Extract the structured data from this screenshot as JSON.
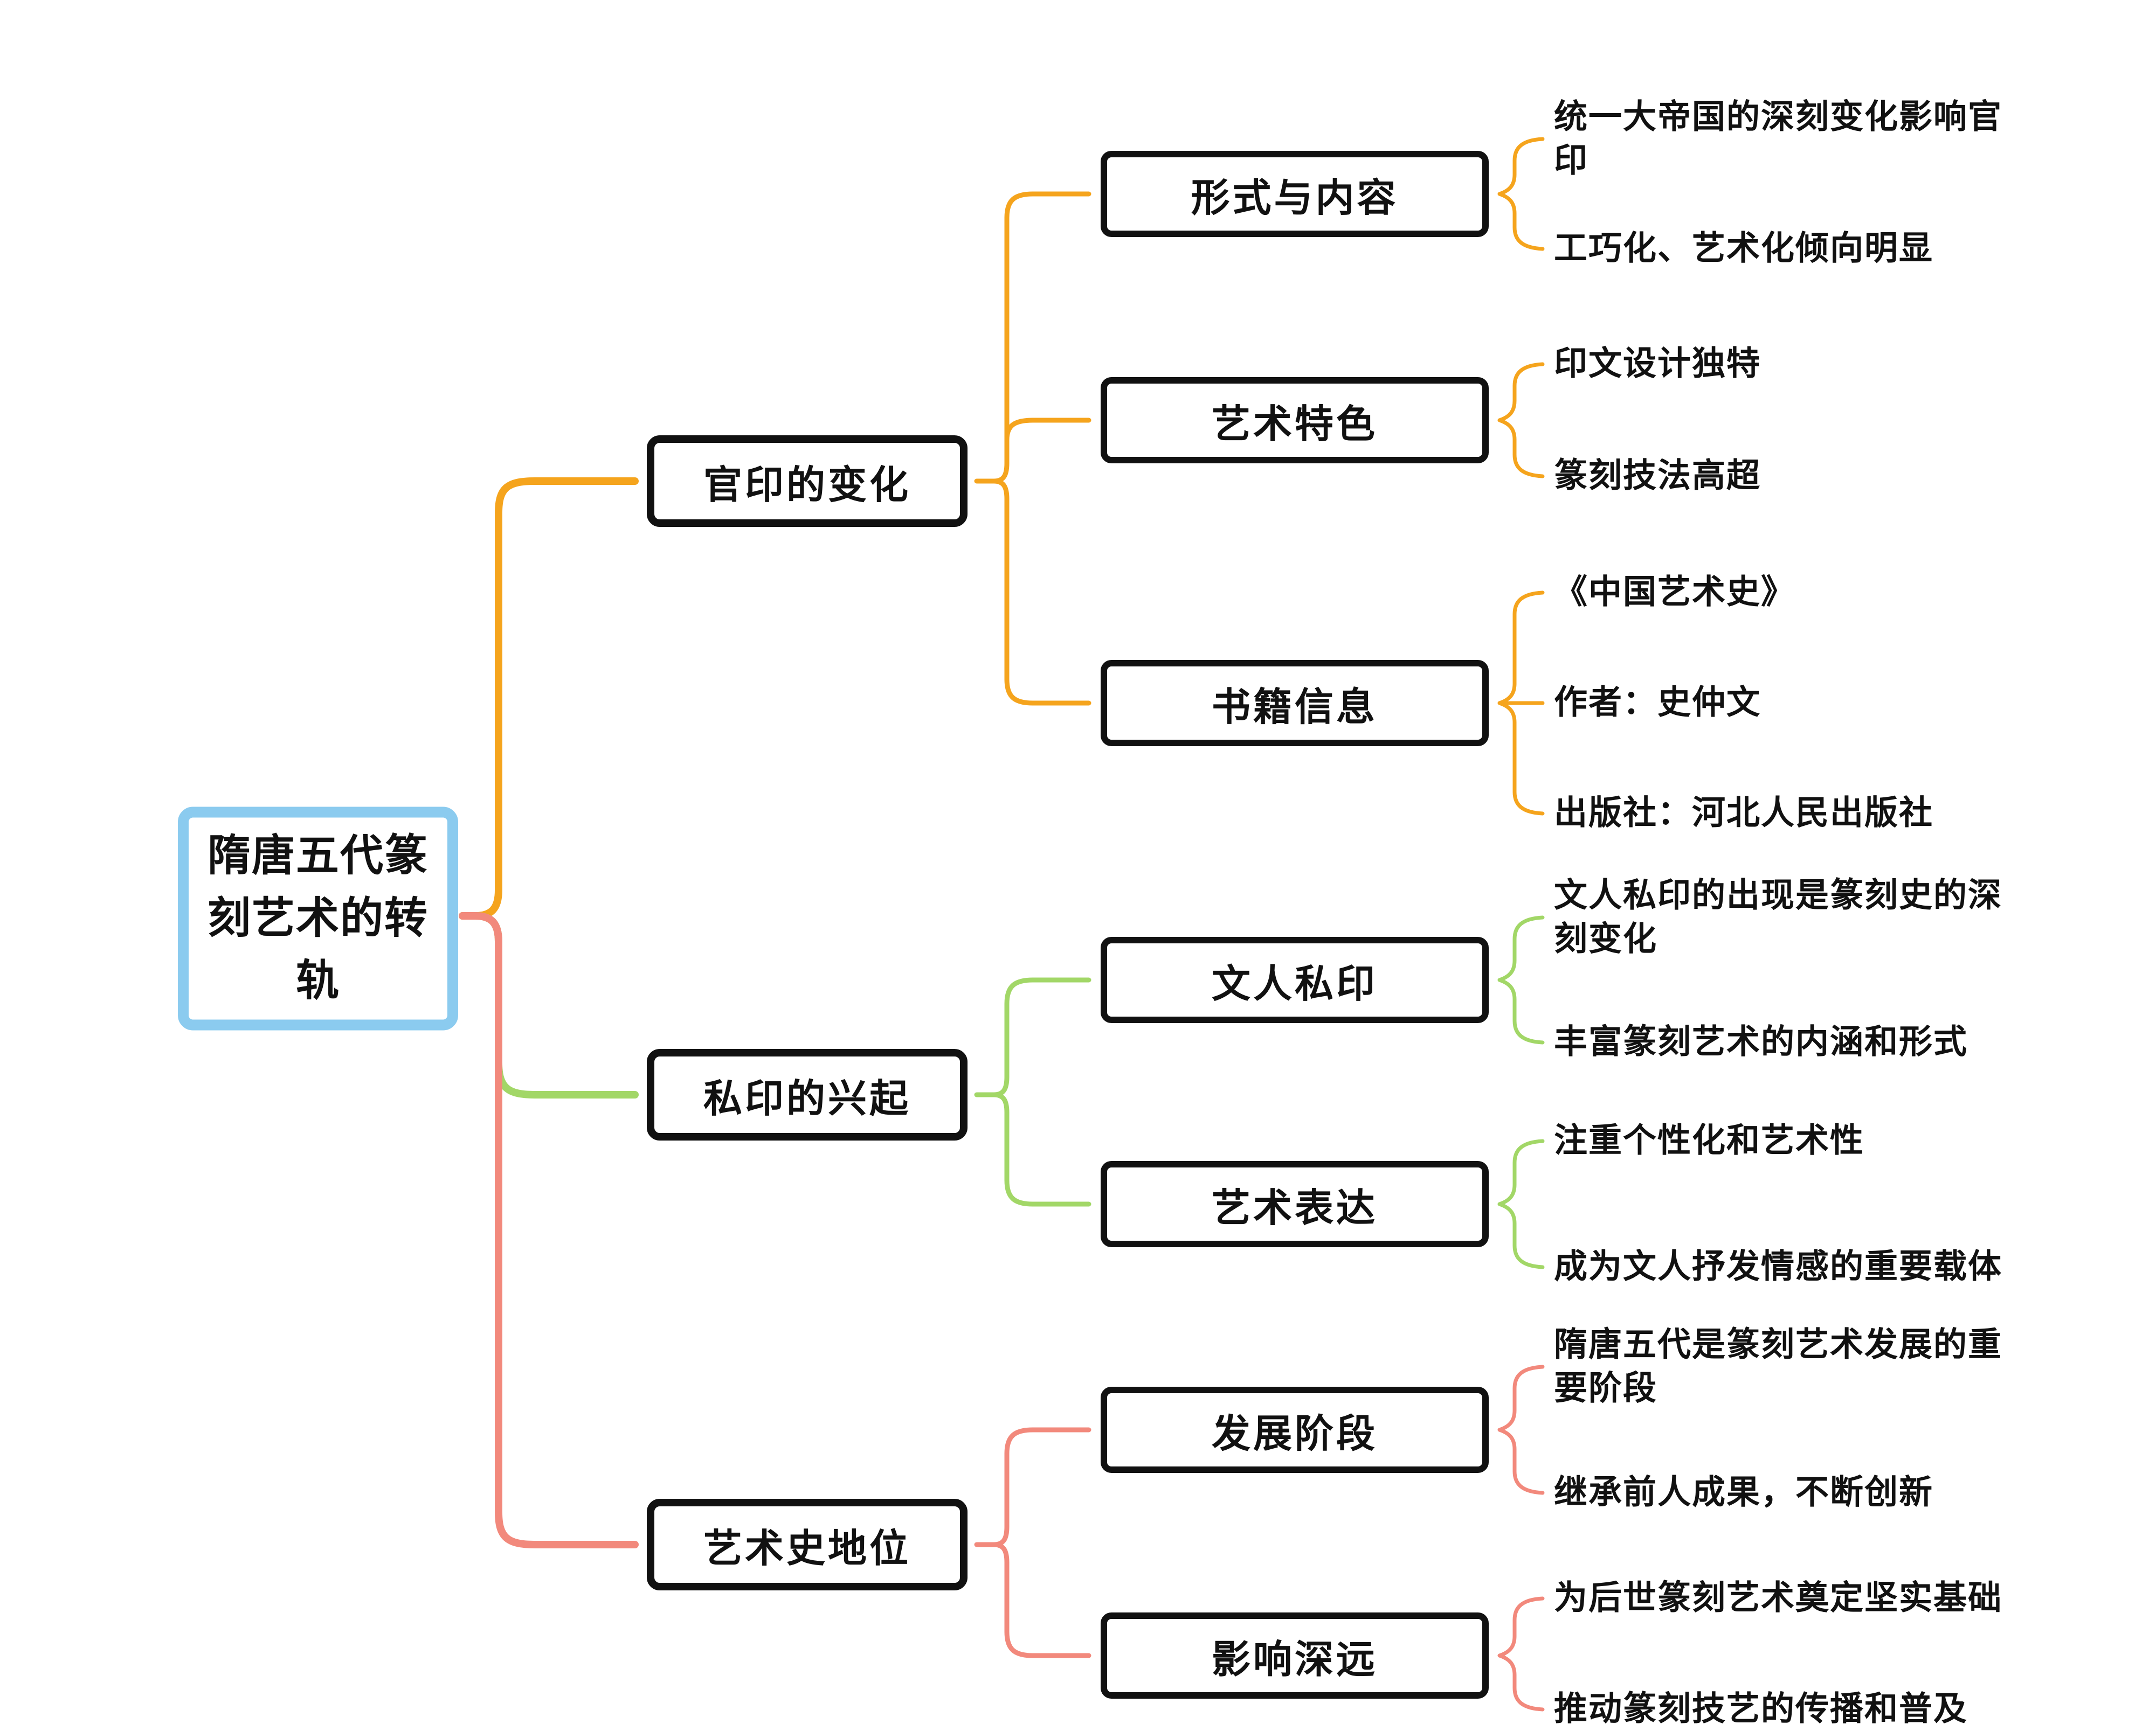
{
  "title": "隋唐五代篆刻艺术的转轨",
  "colors": {
    "root_border": "#8BCBEF",
    "branch_official_seals": "#F5A41D",
    "branch_private_seals": "#A2D767",
    "branch_art_history": "#F2897C",
    "text": "#111111",
    "background": "#FFFFFF"
  },
  "root": {
    "label": "隋唐五代篆刻艺术的转轨"
  },
  "branches": [
    {
      "label": "官印的变化",
      "color": "#F5A41D",
      "children": [
        {
          "label": "形式与内容",
          "leaves": [
            "统一大帝国的深刻变化影响官印",
            "工巧化、艺术化倾向明显"
          ]
        },
        {
          "label": "艺术特色",
          "leaves": [
            "印文设计独特",
            "篆刻技法高超"
          ]
        },
        {
          "label": "书籍信息",
          "leaves": [
            "《中国艺术史》",
            "作者：史仲文",
            "出版社：河北人民出版社"
          ]
        }
      ]
    },
    {
      "label": "私印的兴起",
      "color": "#A2D767",
      "children": [
        {
          "label": "文人私印",
          "leaves": [
            "文人私印的出现是篆刻史的深刻变化",
            "丰富篆刻艺术的内涵和形式"
          ]
        },
        {
          "label": "艺术表达",
          "leaves": [
            "注重个性化和艺术性",
            "成为文人抒发情感的重要载体"
          ]
        }
      ]
    },
    {
      "label": "艺术史地位",
      "color": "#F2897C",
      "children": [
        {
          "label": "发展阶段",
          "leaves": [
            "隋唐五代是篆刻艺术发展的重要阶段",
            "继承前人成果，不断创新"
          ]
        },
        {
          "label": "影响深远",
          "leaves": [
            "为后世篆刻艺术奠定坚实基础",
            "推动篆刻技艺的传播和普及"
          ]
        }
      ]
    }
  ]
}
